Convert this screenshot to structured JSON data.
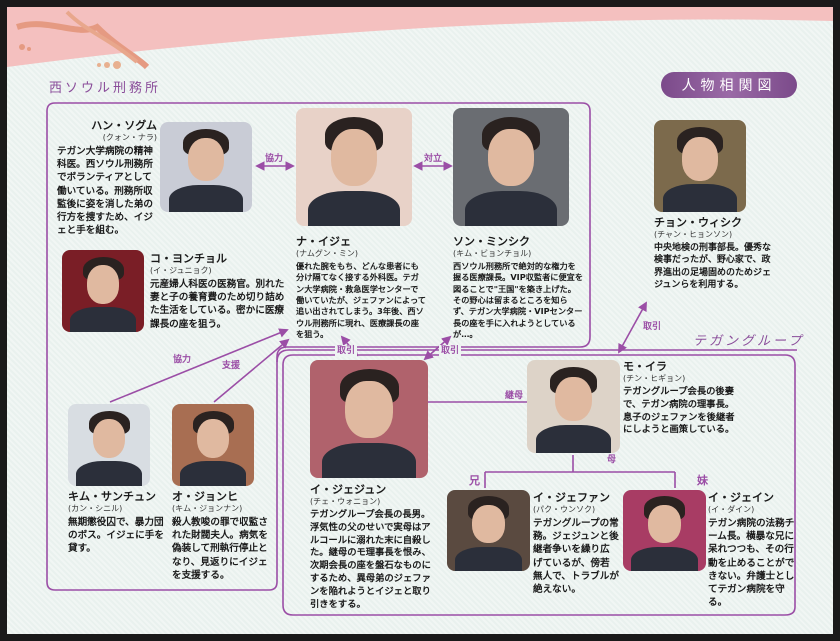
{
  "title": "人物相関図",
  "groups": {
    "prison": "西ソウル刑務所",
    "tegan": "テガングループ"
  },
  "colors": {
    "accent": "#9b4ea6",
    "badge": "#7b4a8a",
    "wave": "#f2b8b6",
    "ornament": "#e59a82"
  },
  "characters": [
    {
      "id": "han",
      "name": "ハン・ソグム",
      "actor": "(クォン・ナラ)",
      "desc": "テガン大学病院の精神科医。西ソウル刑務所でボランティアとして働いている。刑務所収監後に姿を消した弟の行方を捜すため、イジェと手を組む。"
    },
    {
      "id": "na",
      "name": "ナ・イジェ",
      "actor": "(ナムグン・ミン)",
      "desc": "優れた腕をもち、どんな患者にも分け隔てなく接する外科医。テガン大学病院・救急医学センターで働いていたが、ジェファンによって追い出されてしまう。3年後、西ソウル刑務所に現れ、医療課長の座を狙う。"
    },
    {
      "id": "son",
      "name": "ソン・ミンシク",
      "actor": "(キム・ビョンチョル)",
      "desc": "西ソウル刑務所で絶対的な権力を握る医療課長。VIP収監者に便宜を図ることで\"王国\"を築き上げた。その野心は留まるところを知らず、テガン大学病院・VIPセンター長の座を手に入れようとしているが…。"
    },
    {
      "id": "jeong",
      "name": "チョン・ウィシク",
      "actor": "(チャン・ヒョンソン)",
      "desc": "中央地検の刑事部長。優秀な検事だったが、野心家で、政界進出の足場固めのためジェジュンらを利用する。"
    },
    {
      "id": "ko",
      "name": "コ・ヨンチョル",
      "actor": "(イ・ジュニョク)",
      "desc": "元産婦人科医の医務官。別れた妻と子の養育費のため切り詰めた生活をしている。密かに医療課長の座を狙う。"
    },
    {
      "id": "kim",
      "name": "キム・サンチュン",
      "actor": "(カン・シニル)",
      "desc": "無期懲役囚で、暴力団のボス。イジェに手を貸す。"
    },
    {
      "id": "oh",
      "name": "オ・ジョンヒ",
      "actor": "(キム・ジョンナン)",
      "desc": "殺人教唆の罪で収監された財閥夫人。病気を偽装して刑執行停止となり、見返りにイジェを支援する。"
    },
    {
      "id": "jaejun",
      "name": "イ・ジェジュン",
      "actor": "(チェ・ウォニョン)",
      "desc": "テガングループ会長の長男。浮気性の父のせいで実母はアルコールに溺れた末に自殺した。継母のモ理事長を恨み、次期会長の座を盤石なものにするため、異母弟のジェファンを陥れようとイジェと取り引きをする。"
    },
    {
      "id": "mo",
      "name": "モ・イラ",
      "actor": "(チン・ヒギョン)",
      "desc": "テガングループ会長の後妻で、テガン病院の理事長。息子のジェファンを後継者にしようと画策している。"
    },
    {
      "id": "jaehwan",
      "name": "イ・ジェファン",
      "actor": "(パク・ウンソク)",
      "desc": "テガングループの常務。ジェジュンと後継者争いを繰り広げているが、傍若無人で、トラブルが絶えない。"
    },
    {
      "id": "jaein",
      "name": "イ・ジェイン",
      "actor": "(イ・ダイン)",
      "desc": "テガン病院の法務チーム長。横暴な兄に呆れつつも、その行動を止めることができない。弁護士としてテガン病院を守る。"
    }
  ],
  "relations": {
    "han_na": "協力",
    "na_son": "対立",
    "kim_na": "協力",
    "oh_na": "支援",
    "jaejun_na": "取引",
    "jaejun_son": "取引",
    "jeong_tegan": "取引",
    "mo_jaejun": "継母",
    "mo_children": "母",
    "jaehwan_brother": "兄",
    "jaein_sister": "妹"
  }
}
